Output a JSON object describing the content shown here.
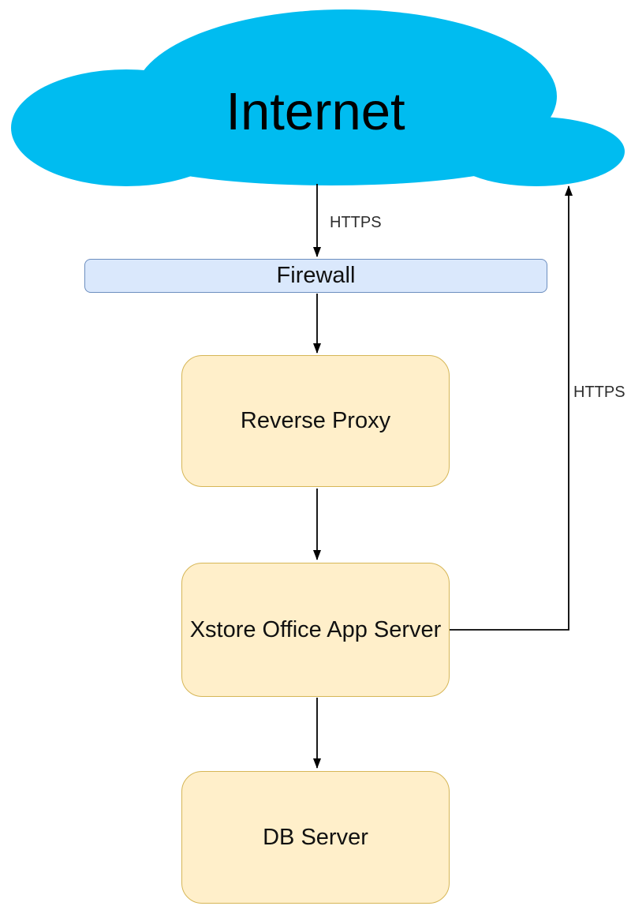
{
  "diagram": {
    "title_node": {
      "label": "Internet",
      "shape": "cloud",
      "fill": "#00bcf0"
    },
    "firewall": {
      "label": "Firewall",
      "fill": "#dae8fc",
      "border": "#6c8ebf"
    },
    "nodes": [
      {
        "id": "reverse-proxy",
        "label": "Reverse Proxy",
        "fill": "#ffefca",
        "border": "#d6b656"
      },
      {
        "id": "xstore-office-app-server",
        "label": "Xstore Office App Server",
        "fill": "#ffefca",
        "border": "#d6b656"
      },
      {
        "id": "db-server",
        "label": "DB Server",
        "fill": "#ffefca",
        "border": "#d6b656"
      }
    ],
    "edges": [
      {
        "id": "internet-to-firewall",
        "label": "HTTPS",
        "from": "Internet",
        "to": "Firewall",
        "direction": "down"
      },
      {
        "id": "firewall-to-reverse-proxy",
        "label": "",
        "from": "Firewall",
        "to": "Reverse Proxy",
        "direction": "down"
      },
      {
        "id": "reverse-proxy-to-app-server",
        "label": "",
        "from": "Reverse Proxy",
        "to": "Xstore Office App Server",
        "direction": "down"
      },
      {
        "id": "app-server-to-db-server",
        "label": "",
        "from": "Xstore Office App Server",
        "to": "DB Server",
        "direction": "down"
      },
      {
        "id": "app-server-to-internet",
        "label": "HTTPS",
        "from": "Xstore Office App Server",
        "to": "Internet",
        "direction": "right-up"
      }
    ],
    "line_color": "#000000"
  }
}
